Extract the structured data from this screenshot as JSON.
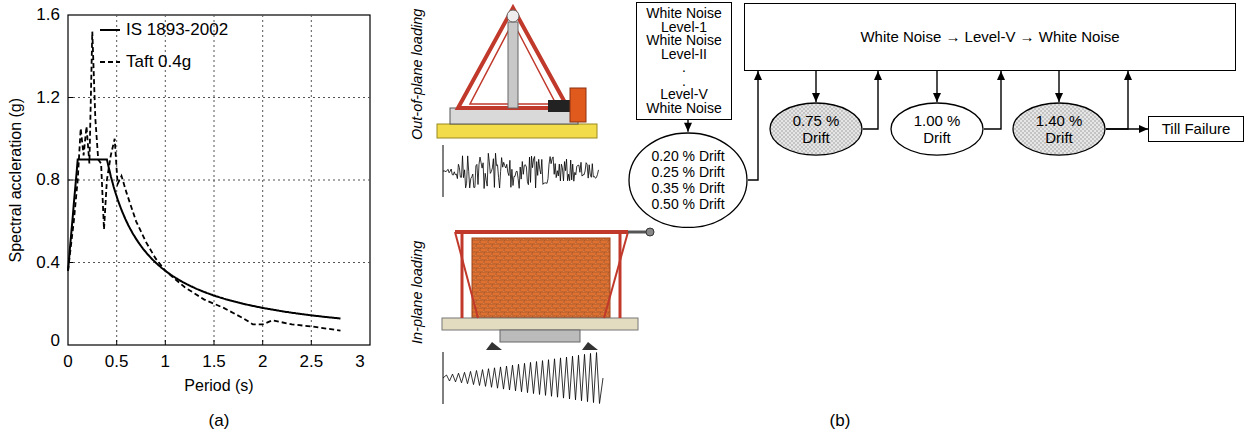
{
  "diagram": {
    "nodes": [
      {
        "text": [
          "White Noise",
          "Level-1",
          "White Noise",
          "Level-II",
          ".",
          ".",
          "Level-V",
          "White Noise"
        ]
      },
      {
        "text": [
          "0.20 % Drift",
          "0.25 % Drift",
          "0.35 % Drift",
          "0.50 % Drift"
        ]
      },
      {
        "text": [
          "White Noise → Level-V → White Noise"
        ]
      },
      {
        "text": [
          "0.75 % Drift"
        ]
      },
      {
        "text": [
          "1.00 % Drift"
        ]
      },
      {
        "text": [
          "1.40 % Drift"
        ]
      },
      {
        "text": [
          "Till Failure"
        ]
      }
    ],
    "edges": [
      {
        "from": 0,
        "to": 1,
        "arrow": "to"
      },
      {
        "from": 1,
        "to": 2,
        "arrow": "to"
      },
      {
        "from": 2,
        "to": 3,
        "arrow": "to"
      },
      {
        "from": 3,
        "to": 2,
        "arrow": "to"
      },
      {
        "from": 2,
        "to": 4,
        "arrow": "to"
      },
      {
        "from": 4,
        "to": 2,
        "arrow": "to"
      },
      {
        "from": 2,
        "to": 5,
        "arrow": "to"
      },
      {
        "from": 5,
        "to": 2,
        "arrow": "to"
      },
      {
        "from": 5,
        "to": 6,
        "arrow": "to"
      }
    ],
    "labels": [
      "1.6",
      "1.2",
      "0.8",
      "0.4",
      "0",
      "0",
      "0.5",
      "1",
      "1.5",
      "2",
      "2.5",
      "3",
      "Spectral accleration (g)",
      "Period (s)",
      "(a)",
      "Out-of-plane loading",
      "In-plane loading",
      "(b)"
    ],
    "legend": [
      {
        "text": "IS 1893-2002"
      },
      {
        "text": "Taft 0.4g"
      }
    ]
  }
}
